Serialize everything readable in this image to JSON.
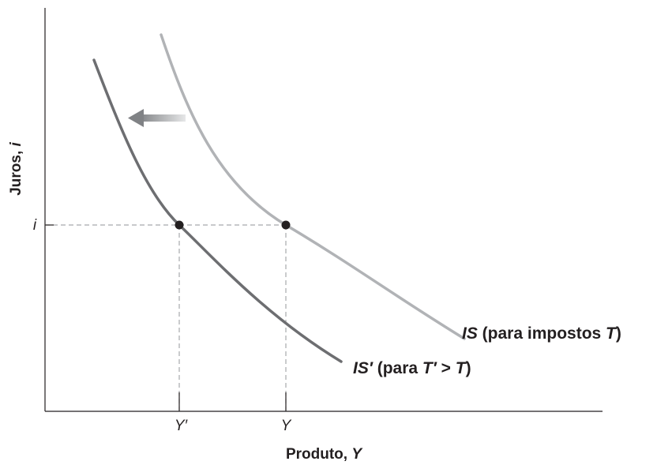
{
  "axes": {
    "y_label_text": "Juros, ",
    "y_label_var": "i",
    "x_label_text": "Produto, ",
    "x_label_var": "Y",
    "y_tick": "i",
    "x_tick_left": "Y′",
    "x_tick_right": "Y"
  },
  "curves": {
    "is": {
      "name": "IS",
      "desc_open": " (para impostos ",
      "var": "T",
      "desc_close": ")",
      "color": "#b1b3b6"
    },
    "is_prime": {
      "name": "IS′",
      "desc_open": " (para ",
      "var1": "T′",
      "op": " > ",
      "var2": "T",
      "desc_close": ")",
      "color": "#6d6e71"
    }
  },
  "shift_arrow": {
    "direction": "left",
    "color": "#808285"
  },
  "colors": {
    "axis": "#231f20",
    "guide": "#a7a9ac",
    "point": "#231f20"
  }
}
